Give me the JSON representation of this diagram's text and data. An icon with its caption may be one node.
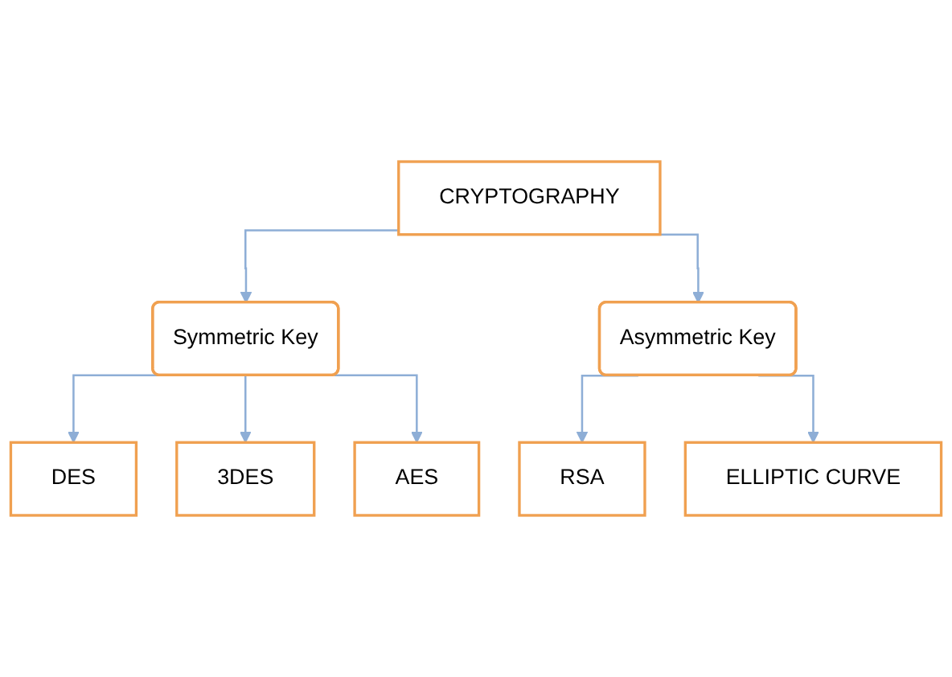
{
  "diagram": {
    "nodes": [
      {
        "text": [
          "CRYPTOGRAPHY"
        ]
      },
      {
        "text": [
          "Symmetric Key"
        ]
      },
      {
        "text": [
          "Asymmetric Key"
        ]
      },
      {
        "text": [
          "DES"
        ]
      },
      {
        "text": [
          "3DES"
        ]
      },
      {
        "text": [
          "AES"
        ]
      },
      {
        "text": [
          "RSA"
        ]
      },
      {
        "text": [
          "ELLIPTIC CURVE"
        ]
      }
    ],
    "edges": [
      {
        "from": 0,
        "to": 1,
        "arrow": "to"
      },
      {
        "from": 0,
        "to": 2,
        "arrow": "to"
      },
      {
        "from": 1,
        "to": 3,
        "arrow": "to"
      },
      {
        "from": 1,
        "to": 4,
        "arrow": "to"
      },
      {
        "from": 1,
        "to": 5,
        "arrow": "to"
      },
      {
        "from": 2,
        "to": 6,
        "arrow": "to"
      },
      {
        "from": 2,
        "to": 7,
        "arrow": "to"
      }
    ]
  }
}
